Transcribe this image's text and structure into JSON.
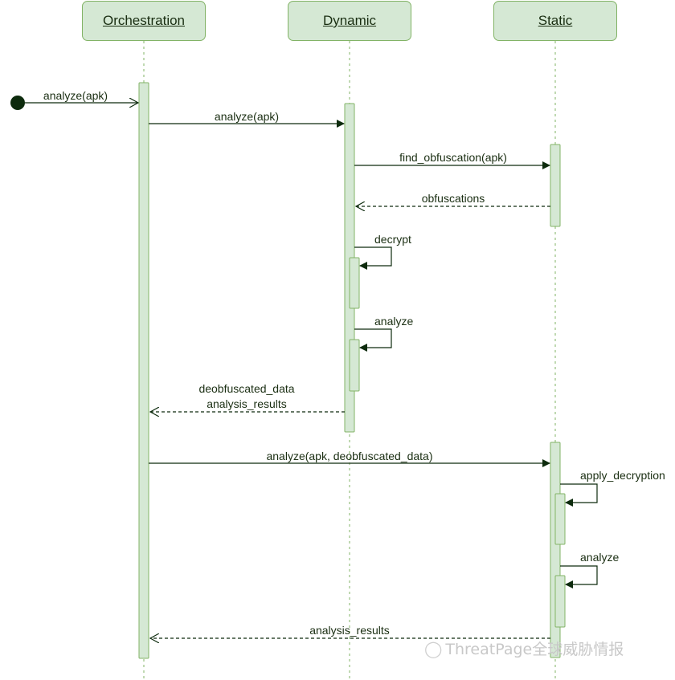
{
  "participants": [
    {
      "id": "orchestration",
      "name": "Orchestration"
    },
    {
      "id": "dynamic",
      "name": "Dynamic"
    },
    {
      "id": "static",
      "name": "Static"
    }
  ],
  "messages": [
    {
      "id": "m1",
      "from": "start",
      "to": "orchestration",
      "label": "analyze(apk)",
      "style": "sync"
    },
    {
      "id": "m2",
      "from": "orchestration",
      "to": "dynamic",
      "label": "analyze(apk)",
      "style": "sync"
    },
    {
      "id": "m3",
      "from": "dynamic",
      "to": "static",
      "label": "find_obfuscation(apk)",
      "style": "sync"
    },
    {
      "id": "m4",
      "from": "static",
      "to": "dynamic",
      "label": "obfuscations",
      "style": "return"
    },
    {
      "id": "m5",
      "from": "dynamic",
      "to": "dynamic",
      "label": "decrypt",
      "style": "self"
    },
    {
      "id": "m6",
      "from": "dynamic",
      "to": "dynamic",
      "label": "analyze",
      "style": "self"
    },
    {
      "id": "m7",
      "from": "dynamic",
      "to": "orchestration",
      "label_lines": [
        "deobfuscated_data",
        "analysis_results"
      ],
      "style": "return"
    },
    {
      "id": "m8",
      "from": "orchestration",
      "to": "static",
      "label": "analyze(apk, deobfuscated_data)",
      "style": "sync"
    },
    {
      "id": "m9",
      "from": "static",
      "to": "static",
      "label": "apply_decryption",
      "style": "self"
    },
    {
      "id": "m10",
      "from": "static",
      "to": "static",
      "label": "analyze",
      "style": "self"
    },
    {
      "id": "m11",
      "from": "static",
      "to": "orchestration",
      "label": "analysis_results",
      "style": "return"
    }
  ],
  "colors": {
    "box_fill": "#d5e8d4",
    "box_stroke": "#82b366",
    "arrow": "#0d2b0d",
    "text": "#1a2e12"
  },
  "watermark": {
    "icon": "wechat-icon",
    "text": "ThreatPage全球威胁情报"
  }
}
